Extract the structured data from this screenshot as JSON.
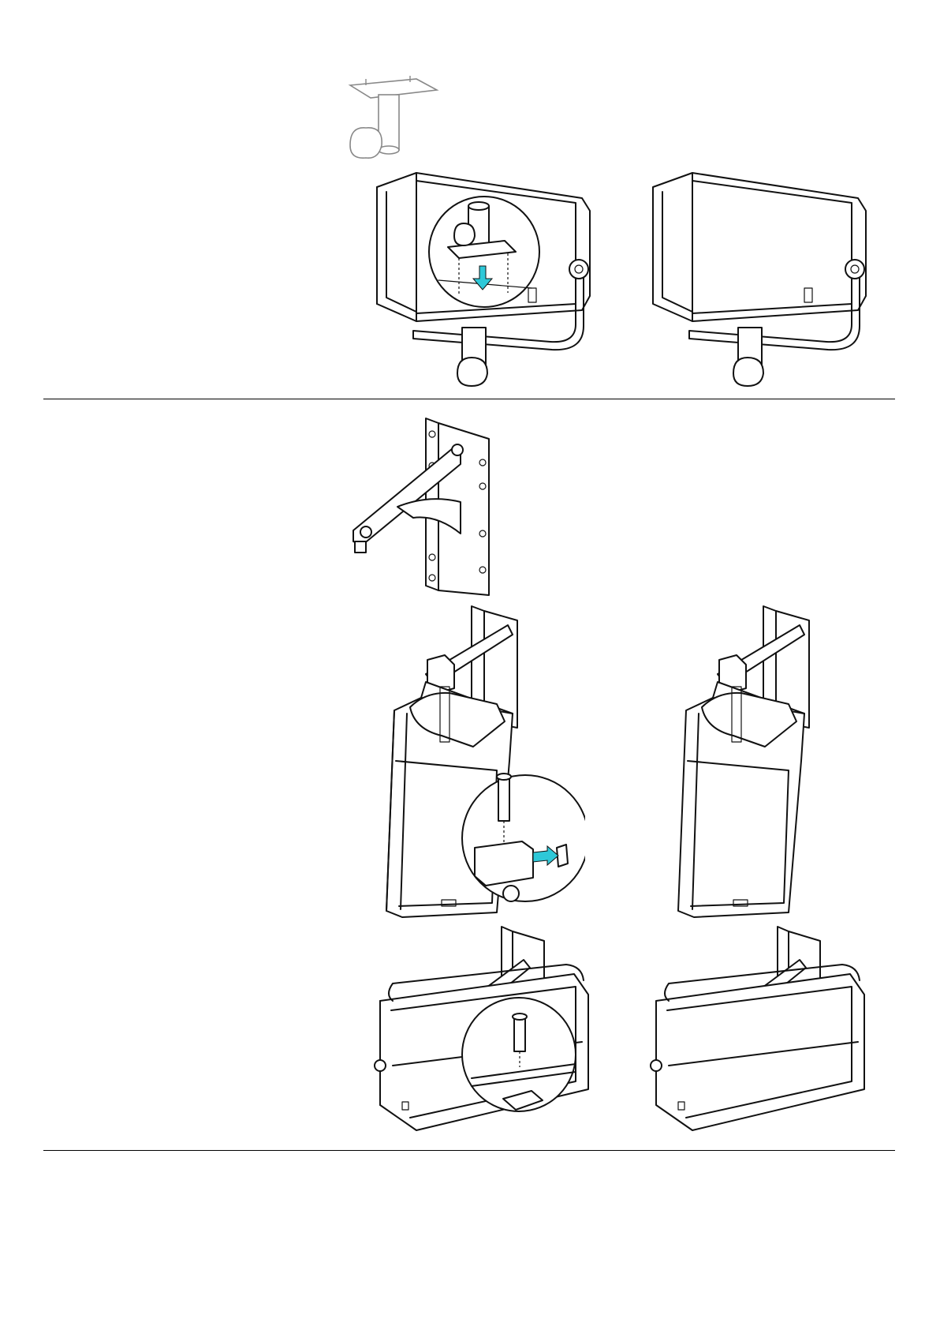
{
  "colors": {
    "line": "#111111",
    "accent_arrow": "#2ec8d8",
    "background": "#ffffff"
  },
  "sections": [
    {
      "id": "pole-mount",
      "figures": [
        "pole-adapter-part",
        "speaker-pole-mount-assembly",
        "speaker-pole-mount-complete"
      ]
    },
    {
      "id": "wall-mount",
      "figures": [
        "wall-bracket-part",
        "vertical-speaker-bracket-assembly",
        "vertical-speaker-bracket-complete",
        "horizontal-speaker-bracket-assembly",
        "horizontal-speaker-bracket-complete"
      ]
    }
  ]
}
